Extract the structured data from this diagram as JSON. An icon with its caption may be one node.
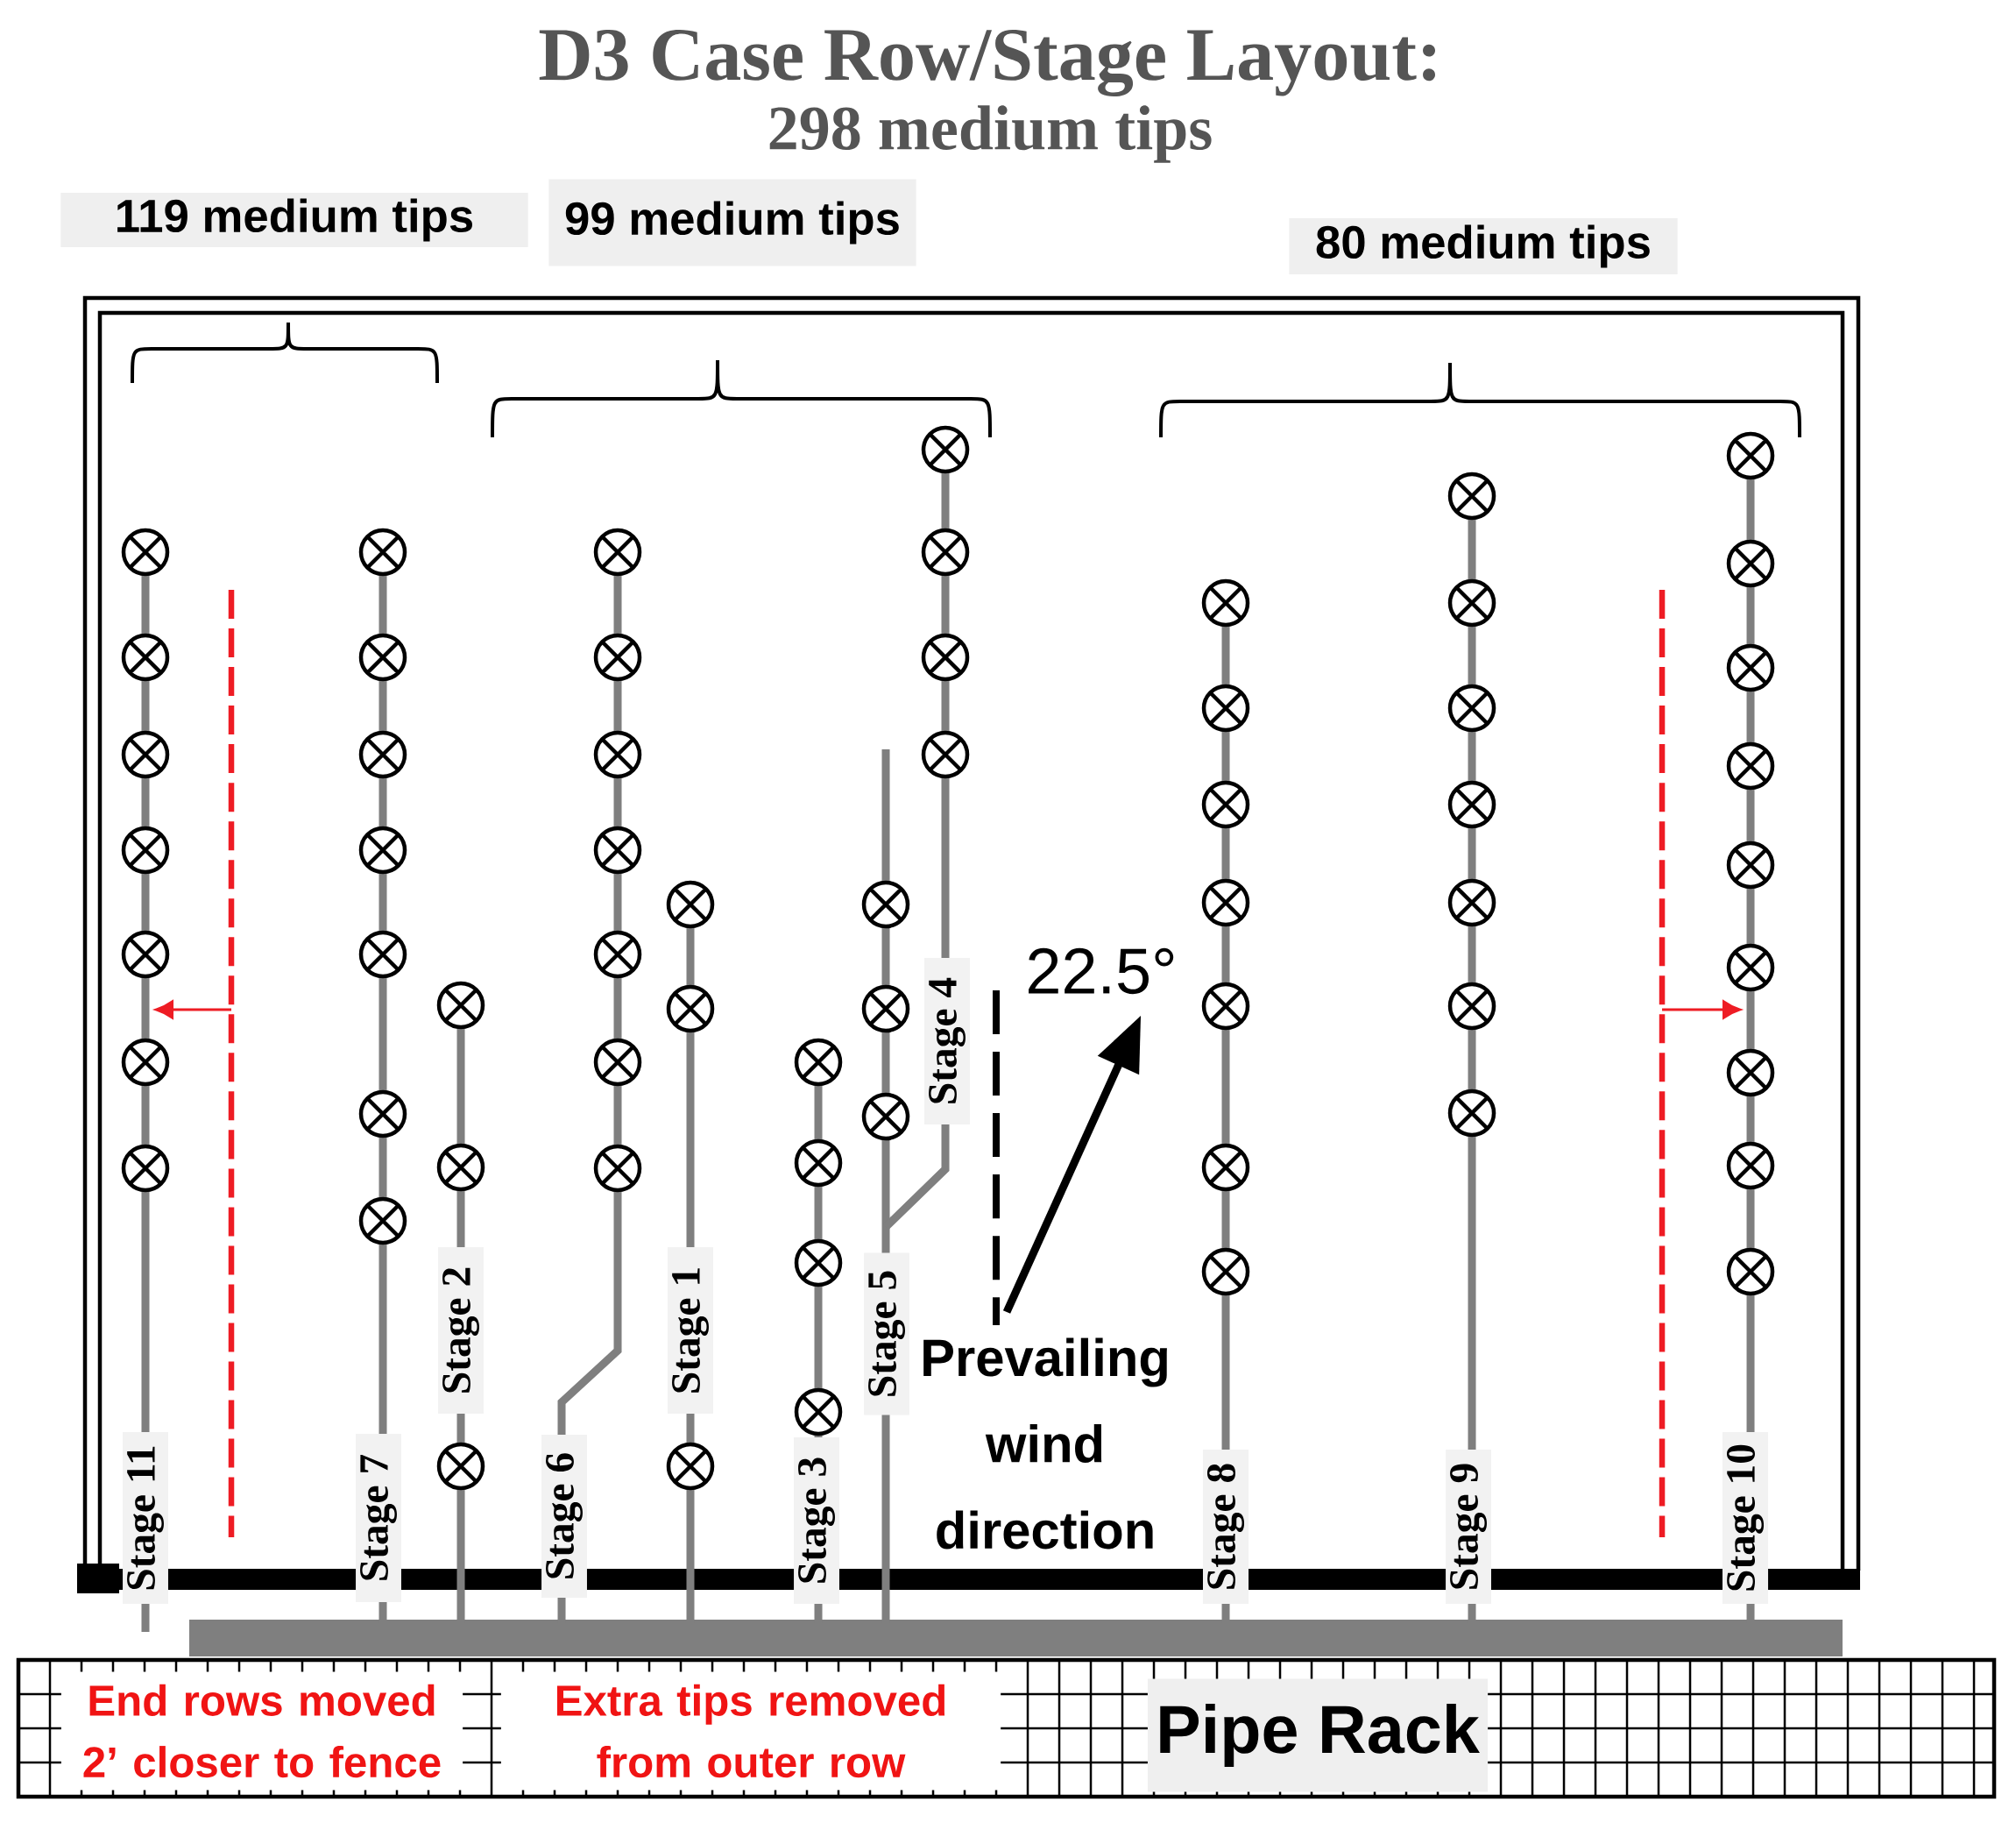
{
  "diagram": {
    "title": "D3 Case Row/Stage Layout:",
    "nodes": [
      {
        "text": [
          "119 medium tips"
        ]
      },
      {
        "text": [
          "99 medium tips"
        ]
      },
      {
        "text": [
          "80 medium tips"
        ]
      },
      {
        "text": [
          "Pipe Rack"
        ]
      },
      {
        "text": [
          "End rows moved 2’ closer to fence"
        ]
      },
      {
        "text": [
          "Extra tips removed from outer row"
        ]
      },
      {
        "text": [
          "Stage 11"
        ]
      },
      {
        "text": [
          "Stage 7"
        ]
      },
      {
        "text": [
          "Stage 2"
        ]
      },
      {
        "text": [
          "Stage 6"
        ]
      },
      {
        "text": [
          "Stage 1"
        ]
      },
      {
        "text": [
          "Stage 3"
        ]
      },
      {
        "text": [
          "Stage 5"
        ]
      },
      {
        "text": [
          "Stage 4"
        ]
      },
      {
        "text": [
          "Stage 8"
        ]
      },
      {
        "text": [
          "Stage 9"
        ]
      },
      {
        "text": [
          "Stage 10"
        ]
      }
    ],
    "labels": [
      "298 medium tips",
      "22.5°",
      "Prevailing wind direction"
    ]
  }
}
